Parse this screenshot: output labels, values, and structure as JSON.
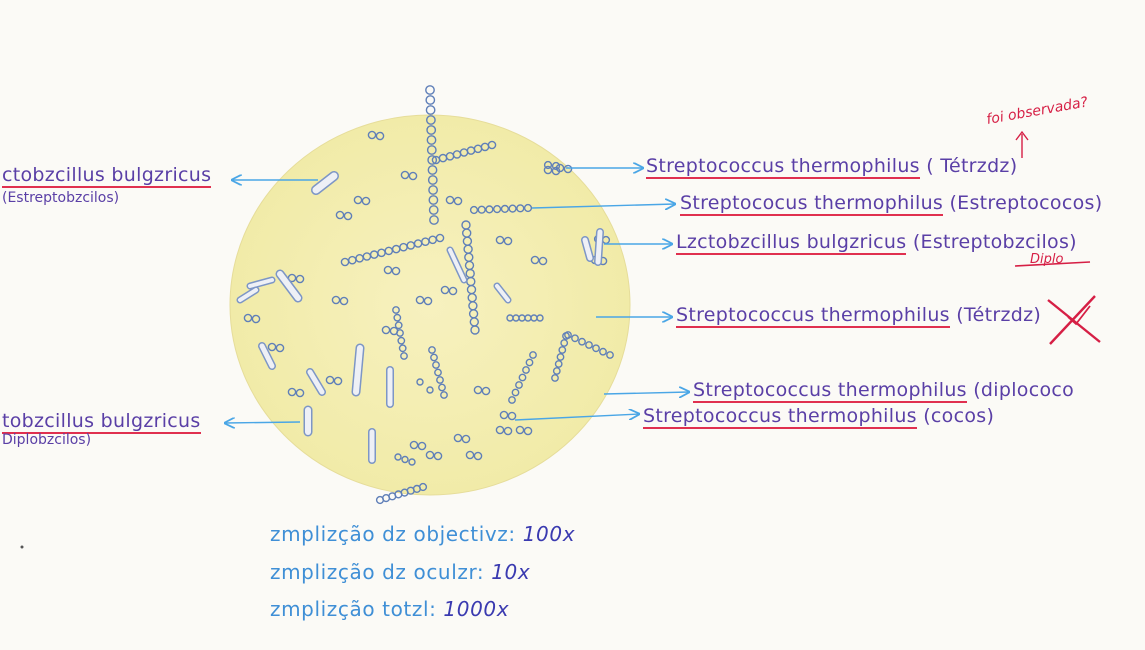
{
  "left_labels": [
    {
      "species": "ctobzcillus bulgzricus",
      "sub": "(Estreptobzcilos)"
    },
    {
      "species": "tobzcillus bulgzricus",
      "sub": "Diplobzcilos)"
    }
  ],
  "right_labels": [
    {
      "species": "Streptococcus thermophilus",
      "morph": "( Tétrzdz)"
    },
    {
      "species": "Streptococus thermophilus",
      "morph": "(Estreptococos)"
    },
    {
      "species": "Lzctobzcillus bulgzricus",
      "morph": "(Estreptobzcilos)"
    },
    {
      "species": "Streptococcus thermophilus",
      "morph": "(Tétrzdz)"
    },
    {
      "species": "Streptococcus thermophilus",
      "morph": "(diplococo"
    },
    {
      "species": "Streptococcus thermophilus",
      "morph": "(cocos)"
    }
  ],
  "corrections": {
    "top_note": "foi observada?",
    "diplo": "Diplo"
  },
  "magnification": [
    {
      "label": "zmplizção dz objectivz:",
      "value": "100x"
    },
    {
      "label": "zmplizção dz oculzr:",
      "value": "10x"
    },
    {
      "label": "zmplizção totzl:",
      "value": "1000x"
    }
  ],
  "colors": {
    "pencil_purple": "#5a3fa6",
    "underline_red": "#e0304f",
    "arrow_blue": "#4aa6e6",
    "field_yellow": "#f4efb5",
    "bacteria_blue": "#5f7fb8",
    "correction_red": "#d61f45"
  }
}
